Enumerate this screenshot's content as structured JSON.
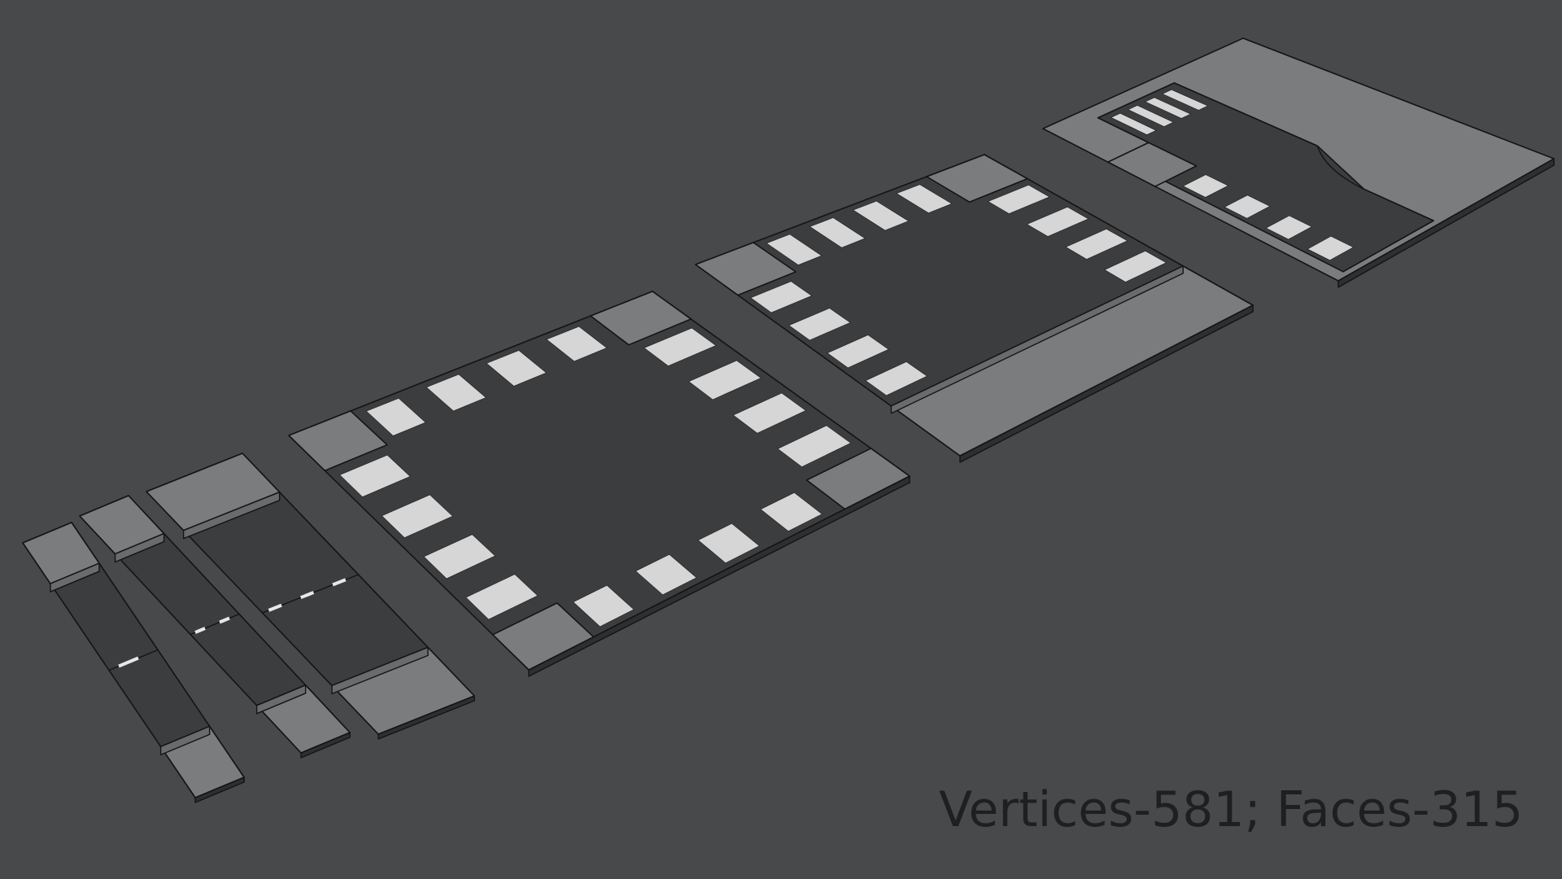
{
  "viewport": {
    "background_color": "#48494b",
    "stats_text": "Vertices-581; Faces-315"
  },
  "colors": {
    "road": "#3c3d3f",
    "sidewalk": "#7b7c7e",
    "curb": "#6a6b6c",
    "crosswalk_stripe": "#d6d6d6",
    "wireframe": "#141414"
  },
  "models": [
    {
      "label": "straight-road-narrow"
    },
    {
      "label": "straight-road-medium"
    },
    {
      "label": "straight-road-wide"
    },
    {
      "label": "four-way-intersection"
    },
    {
      "label": "t-junction"
    },
    {
      "label": "corner-turn"
    }
  ]
}
